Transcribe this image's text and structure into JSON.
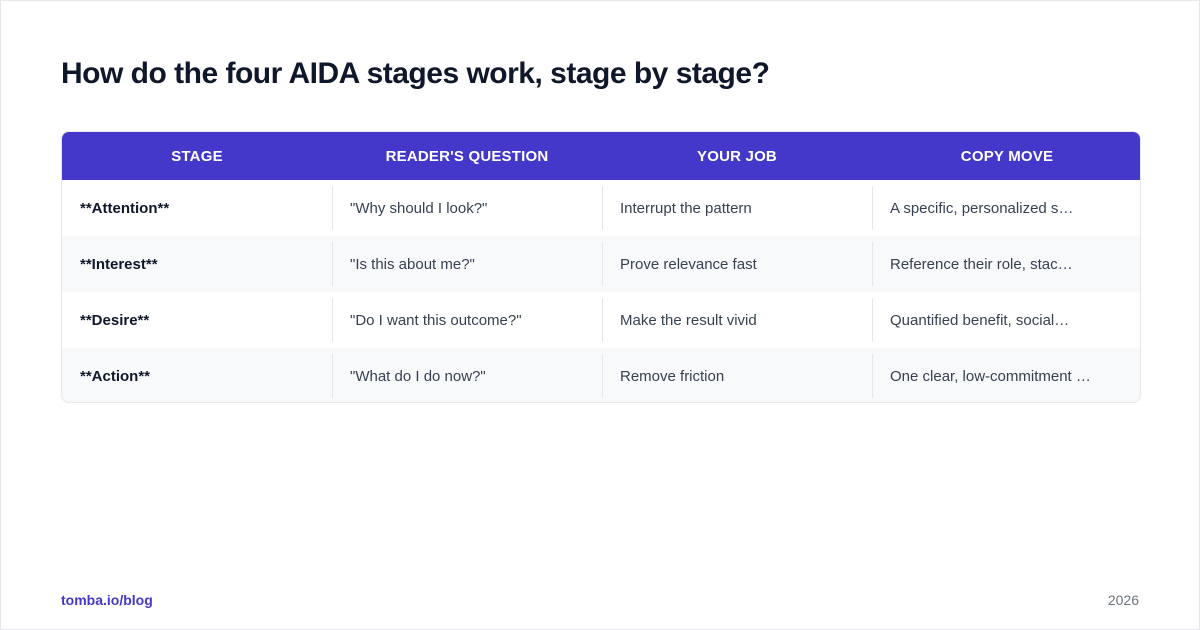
{
  "page": {
    "title": "How do the four AIDA stages work, stage by stage?"
  },
  "table": {
    "headers": [
      "STAGE",
      "READER'S QUESTION",
      "YOUR JOB",
      "COPY MOVE"
    ],
    "rows": [
      [
        "**Attention**",
        "\"Why should I look?\"",
        "Interrupt the pattern",
        "A specific, personalized s…"
      ],
      [
        "**Interest**",
        "\"Is this about me?\"",
        "Prove relevance fast",
        "Reference their role, stac…"
      ],
      [
        "**Desire**",
        "\"Do I want this outcome?\"",
        "Make the result vivid",
        "Quantified benefit, social…"
      ],
      [
        "**Action**",
        "\"What do I do now?\"",
        "Remove friction",
        "One clear, low-commitment …"
      ]
    ]
  },
  "footer": {
    "link": "tomba.io/blog",
    "year": "2026"
  },
  "colors": {
    "header_bg": "#4338ca",
    "title": "#0f172a",
    "link": "#4338ca",
    "alt_row": "#f8f9fb"
  }
}
